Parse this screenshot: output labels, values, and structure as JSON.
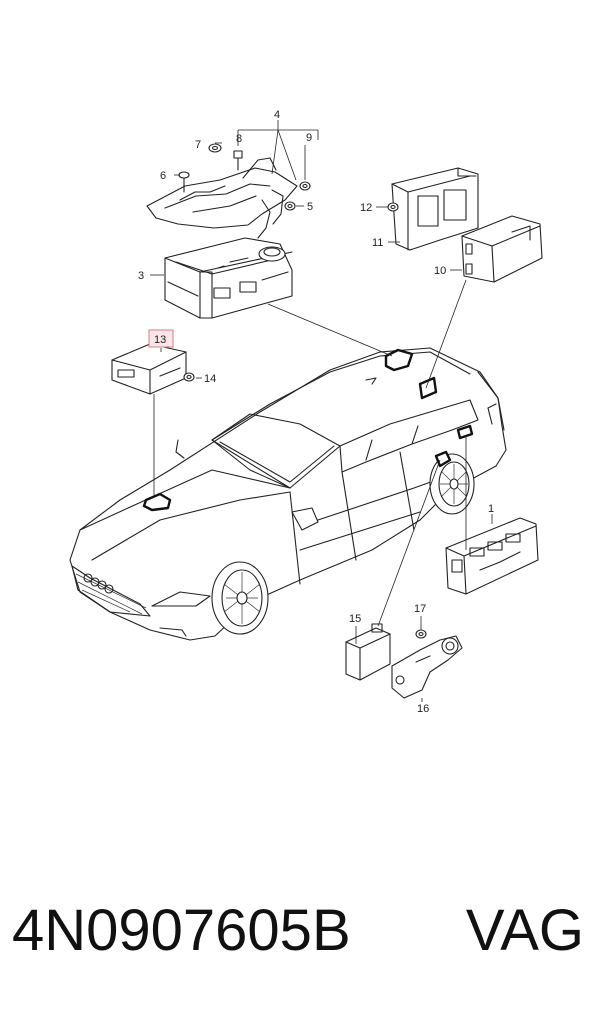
{
  "callouts": {
    "c1": "1",
    "c3": "3",
    "c4": "4",
    "c5": "5",
    "c6": "6",
    "c7": "7",
    "c8": "8",
    "c9": "9",
    "c10": "10",
    "c11": "11",
    "c12": "12",
    "c13": "13",
    "c14": "14",
    "c15": "15",
    "c16": "16",
    "c17": "17"
  },
  "highlight_color": "#d77d8e",
  "footer": {
    "part_number": "4N0907605B",
    "brand": "VAG"
  }
}
